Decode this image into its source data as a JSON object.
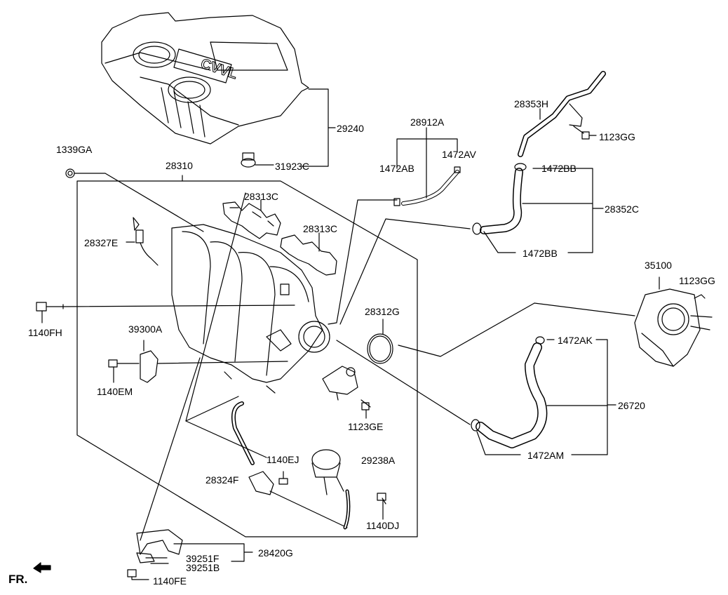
{
  "cover_text": "CVVL",
  "labels": {
    "p29240": "29240",
    "p31923C": "31923C",
    "p28310": "28310",
    "p1339GA": "1339GA",
    "p28313C_a": "28313C",
    "p28313C_b": "28313C",
    "p28327E": "28327E",
    "p1140FH": "1140FH",
    "p39300A": "39300A",
    "p1140EM": "1140EM",
    "p28912A": "28912A",
    "p1472AB": "1472AB",
    "p1472AV": "1472AV",
    "p28353H": "28353H",
    "p1123GG_a": "1123GG",
    "p1472BB_a": "1472BB",
    "p28352C": "28352C",
    "p1472BB_b": "1472BB",
    "p35100": "35100",
    "p1123GG_b": "1123GG",
    "p28312G": "28312G",
    "p1472AK": "1472AK",
    "p26720": "26720",
    "p1472AM": "1472AM",
    "p1123GE": "1123GE",
    "p1140EJ": "1140EJ",
    "p29238A": "29238A",
    "p28324F": "28324F",
    "p1140DJ": "1140DJ",
    "p28420G": "28420G",
    "p39251F": "39251F",
    "p39251B": "39251B",
    "p1140FE": "1140FE"
  },
  "fr_label": "FR."
}
